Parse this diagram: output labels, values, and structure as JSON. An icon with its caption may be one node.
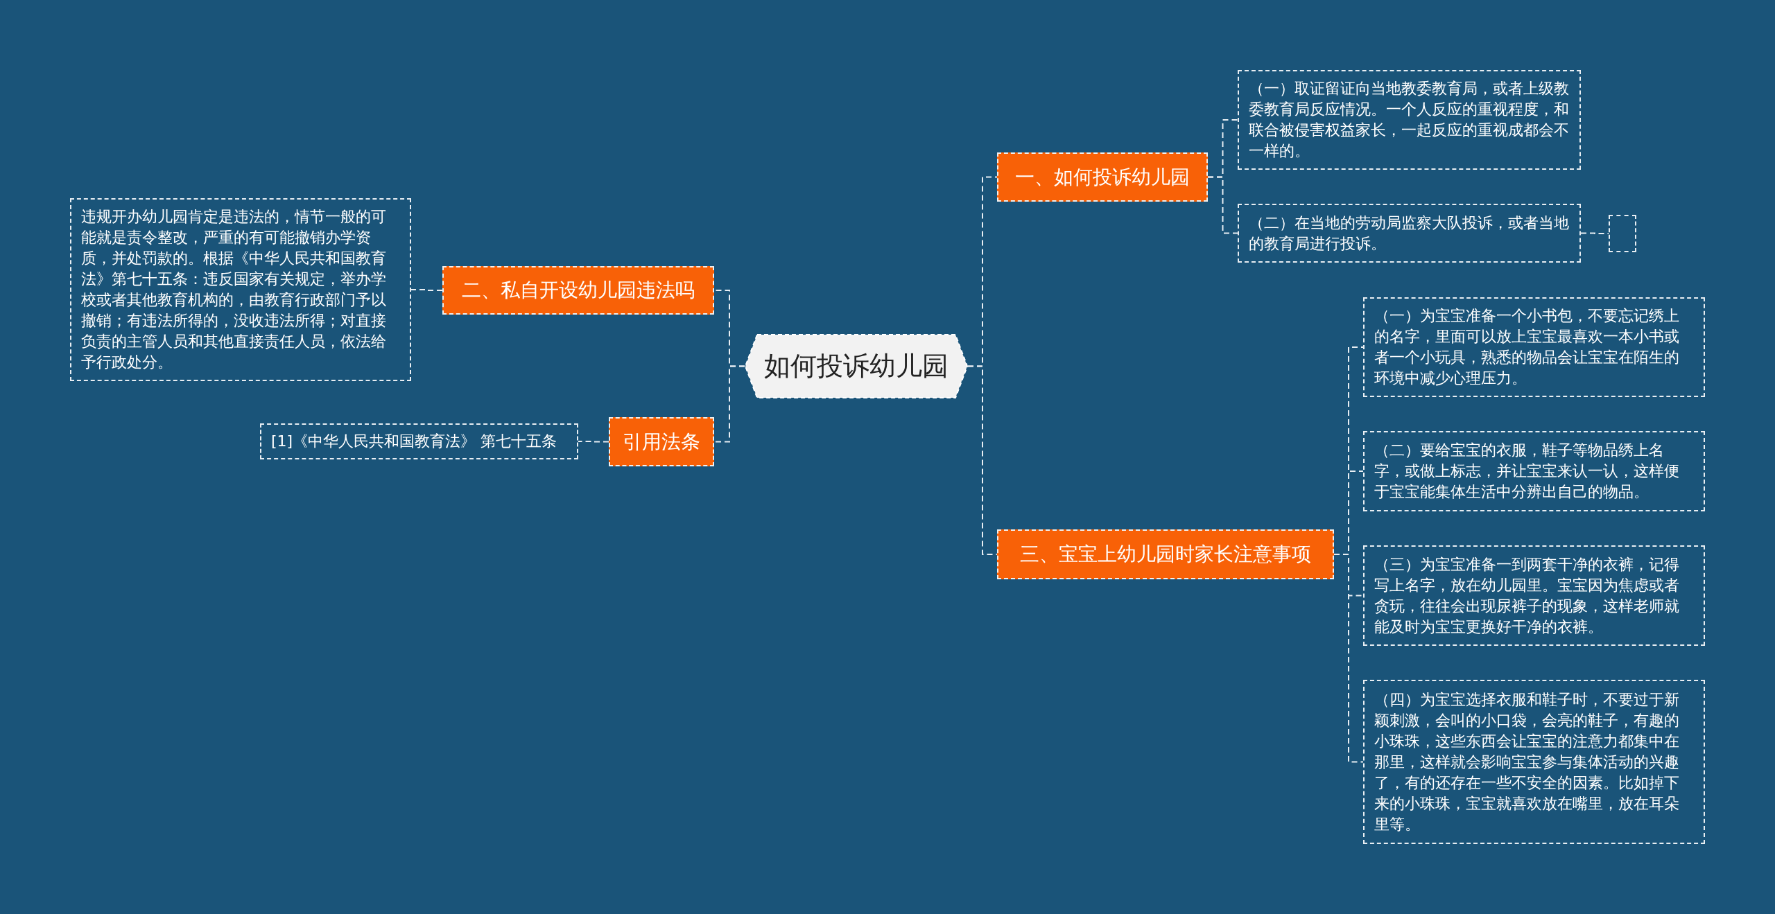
{
  "diagram": {
    "nodes": [
      {
        "text": [
          "如何投诉幼儿园"
        ]
      },
      {
        "text": [
          "一、如何投诉幼儿园"
        ]
      },
      {
        "text": [
          "（一）取证留证向当地教委教育局，或者上级教委教育局反应情况。一个人反应的重视程度，和联合被侵害权益家长，一起反应的重视成都会不一样的。"
        ]
      },
      {
        "text": [
          "（二）在当地的劳动局监察大队投诉，或者当地的教育局进行投诉。"
        ]
      },
      {
        "text": [],
        "shape": "box"
      },
      {
        "text": [
          "三、宝宝上幼儿园时家长注意事项"
        ]
      },
      {
        "text": [
          "（一）为宝宝准备一个小书包，不要忘记绣上的名字，里面可以放上宝宝最喜欢一本小书或者一个小玩具，熟悉的物品会让宝宝在陌生的环境中减少心理压力。"
        ]
      },
      {
        "text": [
          "（二）要给宝宝的衣服，鞋子等物品绣上名字，或做上标志，并让宝宝来认一认，这样便于宝宝能集体生活中分辨出自己的物品。"
        ]
      },
      {
        "text": [
          "（三）为宝宝准备一到两套干净的衣裤，记得写上名字，放在幼儿园里。宝宝因为焦虑或者贪玩，往往会出现尿裤子的现象，这样老师就能及时为宝宝更换好干净的衣裤。"
        ]
      },
      {
        "text": [
          "（四）为宝宝选择衣服和鞋子时，不要过于新颖刺激，会叫的小口袋，会亮的鞋子，有趣的小珠珠，这些东西会让宝宝的注意力都集中在那里，这样就会影响宝宝参与集体活动的兴趣了，有的还存在一些不安全的因素。比如掉下来的小珠珠，宝宝就喜欢放在嘴里，放在耳朵里等。"
        ]
      },
      {
        "text": [
          "二、私自开设幼儿园违法吗"
        ]
      },
      {
        "text": [
          "违规开办幼儿园肯定是违法的，情节一般的可能就是责令整改，严重的有可能撤销办学资质，并处罚款的。根据《中华人民共和国教育法》第七十五条：违反国家有关规定，举办学校或者其他教育机构的，由教育行政部门予以撤销；有违法所得的，没收违法所得；对直接负责的主管人员和其他直接责任人员，依法给予行政处分。"
        ]
      },
      {
        "text": [
          "引用法条"
        ]
      },
      {
        "text": [
          "[1]《中华人民共和国教育法》 第七十五条"
        ]
      }
    ],
    "edges": [
      {
        "from": 0,
        "to": 1,
        "arrow": "none"
      },
      {
        "from": 1,
        "to": 2,
        "arrow": "none"
      },
      {
        "from": 1,
        "to": 3,
        "arrow": "none"
      },
      {
        "from": 3,
        "to": 4,
        "arrow": "none"
      },
      {
        "from": 0,
        "to": 5,
        "arrow": "none"
      },
      {
        "from": 5,
        "to": 6,
        "arrow": "none"
      },
      {
        "from": 5,
        "to": 7,
        "arrow": "none"
      },
      {
        "from": 5,
        "to": 8,
        "arrow": "none"
      },
      {
        "from": 5,
        "to": 9,
        "arrow": "none"
      },
      {
        "from": 0,
        "to": 10,
        "arrow": "none"
      },
      {
        "from": 10,
        "to": 11,
        "arrow": "none"
      },
      {
        "from": 0,
        "to": 12,
        "arrow": "none"
      },
      {
        "from": 12,
        "to": 13,
        "arrow": "none"
      }
    ]
  }
}
